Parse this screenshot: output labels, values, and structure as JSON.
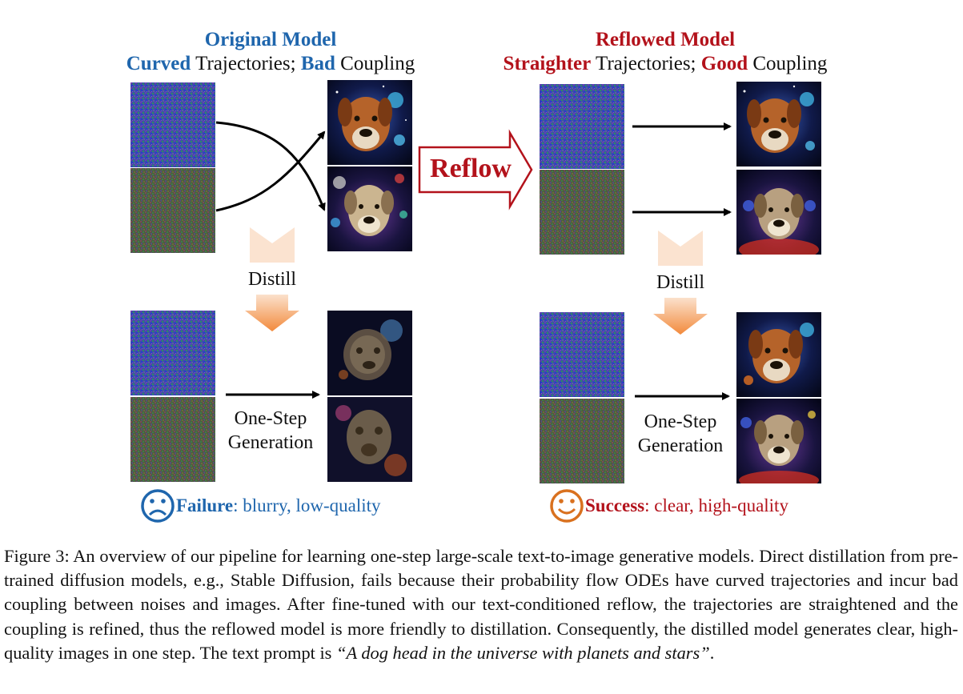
{
  "figure": {
    "left": {
      "title": "Original Model",
      "subtitle_a": "Curved",
      "subtitle_b": " Trajectories; ",
      "subtitle_c": "Bad",
      "subtitle_d": " Coupling",
      "distill": "Distill",
      "gen_line1": "One-Step",
      "gen_line2": "Generation",
      "verdict_bold": "Failure",
      "verdict_rest": ": blurry, low-quality"
    },
    "right": {
      "title": "Reflowed Model",
      "subtitle_a": "Straighter",
      "subtitle_b": " Trajectories; ",
      "subtitle_c": "Good",
      "subtitle_d": " Coupling",
      "distill": "Distill",
      "gen_line1": "One-Step",
      "gen_line2": "Generation",
      "verdict_bold": "Success",
      "verdict_rest": ": clear, high-quality"
    },
    "reflow_label": "Reflow",
    "colors": {
      "blue": "#1f66ad",
      "red": "#b3121b",
      "orange": "#f08a3a",
      "smiley": "#d9711f"
    }
  },
  "caption": {
    "main": "Figure 3: An overview of our pipeline for learning one-step large-scale text-to-image generative models. Direct distillation from pre-trained diffusion models, e.g., Stable Diffusion, fails because their probability flow ODEs have curved trajectories and incur bad coupling between noises and images. After fine-tuned with our text-conditioned reflow, the trajectories are straightened and the coupling is refined, thus the reflowed model is more friendly to distillation. Consequently, the distilled model generates clear, high-quality images in one step. The text prompt is ",
    "prompt": "“A dog head in the universe with planets and stars”",
    "end": "."
  }
}
